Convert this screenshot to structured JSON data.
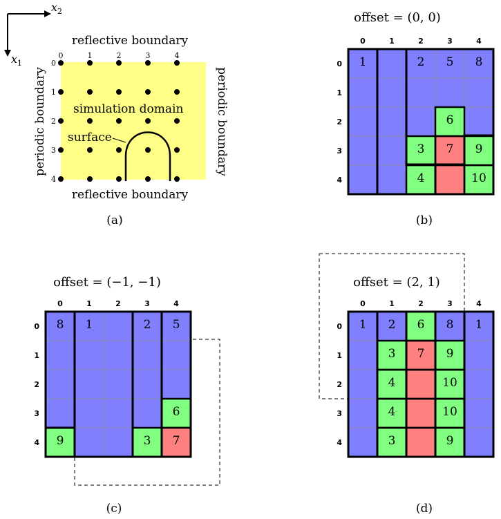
{
  "axes": {
    "x1": "x",
    "x1_sub": "1",
    "x2": "x",
    "x2_sub": "2"
  },
  "panel_a": {
    "top_label": "reflective boundary",
    "bottom_label": "reflective boundary",
    "left_label": "periodic boundary",
    "right_label": "periodic boundary",
    "domain_label": "simulation domain",
    "surface_label": "surface",
    "col_labels": [
      "0",
      "1",
      "2",
      "3",
      "4"
    ],
    "row_labels": [
      "0",
      "1",
      "2",
      "3",
      "4"
    ],
    "caption": "(a)",
    "colors": {
      "domain": "#ffff88"
    }
  },
  "panels": [
    {
      "id": "b",
      "offset_label": "offset = (0, 0)",
      "caption": "(b)",
      "col_labels": [
        "0",
        "1",
        "2",
        "3",
        "4"
      ],
      "row_labels": [
        "0",
        "1",
        "2",
        "3",
        "4"
      ],
      "colors": [
        [
          "B",
          "B",
          "B",
          "B",
          "B"
        ],
        [
          "B",
          "B",
          "B",
          "B",
          "B"
        ],
        [
          "B",
          "B",
          "B",
          "G",
          "B"
        ],
        [
          "B",
          "B",
          "G",
          "R",
          "G"
        ],
        [
          "B",
          "B",
          "G",
          "R",
          "G"
        ]
      ],
      "numbers": [
        [
          "1",
          "",
          "2",
          "5",
          "8"
        ],
        [
          "",
          "",
          "",
          "",
          ""
        ],
        [
          "",
          "",
          "",
          "6",
          ""
        ],
        [
          "",
          "",
          "3",
          "7",
          "9"
        ],
        [
          "",
          "",
          "4",
          "",
          "10"
        ]
      ]
    },
    {
      "id": "c",
      "offset_label": "offset = (−1, −1)",
      "caption": "(c)",
      "col_labels": [
        "0",
        "1",
        "2",
        "3",
        "4"
      ],
      "row_labels": [
        "0",
        "1",
        "2",
        "3",
        "4"
      ],
      "colors": [
        [
          "B",
          "B",
          "B",
          "B",
          "B"
        ],
        [
          "B",
          "B",
          "B",
          "B",
          "B"
        ],
        [
          "B",
          "B",
          "B",
          "B",
          "B"
        ],
        [
          "B",
          "B",
          "B",
          "B",
          "G"
        ],
        [
          "G",
          "B",
          "B",
          "G",
          "R"
        ]
      ],
      "numbers": [
        [
          "8",
          "1",
          "",
          "2",
          "5"
        ],
        [
          "",
          "",
          "",
          "",
          ""
        ],
        [
          "",
          "",
          "",
          "",
          ""
        ],
        [
          "",
          "",
          "",
          "",
          "6"
        ],
        [
          "9",
          "",
          "",
          "3",
          "7"
        ]
      ]
    },
    {
      "id": "d",
      "offset_label": "offset = (2, 1)",
      "caption": "(d)",
      "col_labels": [
        "0",
        "1",
        "2",
        "3",
        "4"
      ],
      "row_labels": [
        "0",
        "1",
        "2",
        "3",
        "4"
      ],
      "colors": [
        [
          "B",
          "B",
          "G",
          "B",
          "B"
        ],
        [
          "B",
          "G",
          "R",
          "G",
          "B"
        ],
        [
          "B",
          "G",
          "R",
          "G",
          "B"
        ],
        [
          "B",
          "G",
          "R",
          "G",
          "B"
        ],
        [
          "B",
          "G",
          "R",
          "G",
          "B"
        ]
      ],
      "numbers": [
        [
          "1",
          "2",
          "6",
          "8",
          "1"
        ],
        [
          "",
          "3",
          "7",
          "9",
          ""
        ],
        [
          "",
          "4",
          "",
          "10",
          ""
        ],
        [
          "",
          "4",
          "",
          "10",
          ""
        ],
        [
          "",
          "3",
          "",
          "9",
          ""
        ]
      ]
    }
  ],
  "palette": {
    "B": "#8080ff",
    "G": "#80ff80",
    "R": "#ff8080"
  }
}
